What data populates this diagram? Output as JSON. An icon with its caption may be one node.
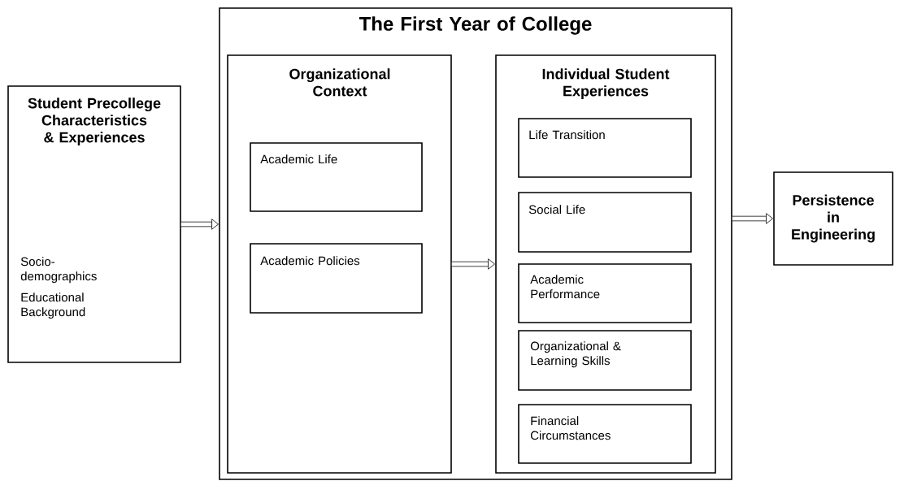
{
  "diagram": {
    "nodes": [
      {
        "text": [
          "Student Precollege Characteristics & Experiences",
          "Socio-demographics",
          "Educational Background"
        ]
      },
      {
        "text": [
          "The First Year of College"
        ]
      },
      {
        "text": [
          "Organizational Context"
        ],
        "in": 1
      },
      {
        "text": [
          "Academic Life"
        ],
        "in": 2
      },
      {
        "text": [
          "Academic Policies"
        ],
        "in": 2
      },
      {
        "text": [
          "Individual Student Experiences"
        ],
        "in": 1
      },
      {
        "text": [
          "Life Transition"
        ],
        "in": 5
      },
      {
        "text": [
          "Social Life"
        ],
        "in": 5
      },
      {
        "text": [
          "Academic Performance"
        ],
        "in": 5
      },
      {
        "text": [
          "Organizational & Learning Skills"
        ],
        "in": 5
      },
      {
        "text": [
          "Financial Circumstances"
        ],
        "in": 5
      },
      {
        "text": [
          "Persistence in Engineering"
        ]
      }
    ],
    "edges": [
      {
        "from": 0,
        "to": 1,
        "arrow": "to"
      },
      {
        "from": 2,
        "to": 5,
        "arrow": "to"
      },
      {
        "from": 1,
        "to": 11,
        "arrow": "to"
      }
    ]
  }
}
